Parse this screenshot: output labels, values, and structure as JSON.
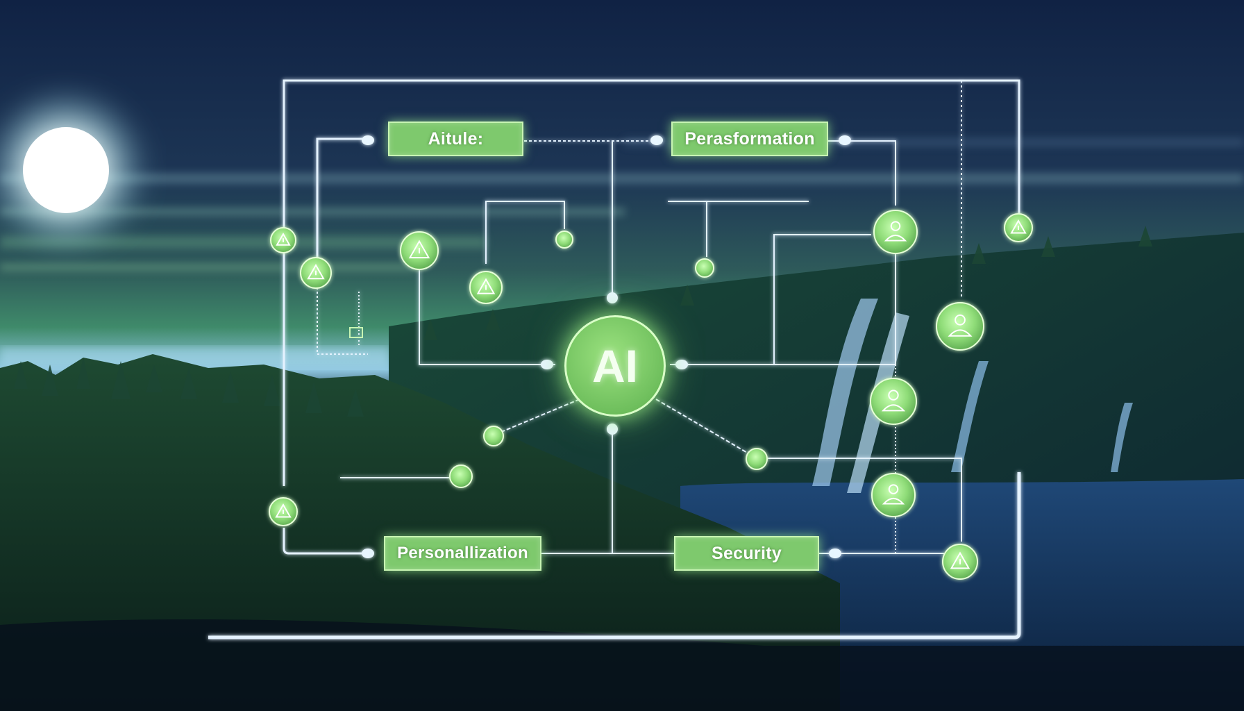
{
  "diagram": {
    "hub_label": "AI",
    "boxes": [
      {
        "id": "aitule",
        "label": "Aitule:"
      },
      {
        "id": "perasformation",
        "label": "Perasformation"
      },
      {
        "id": "personalization",
        "label": "Personallization"
      },
      {
        "id": "security",
        "label": "Security"
      }
    ]
  },
  "colors": {
    "sky_top": "#14284a",
    "sky_horizon": "#2f7a5c",
    "forest": "#16382c",
    "water": "#1d3f6e",
    "node_green": "#8fdc78",
    "line_glow": "#dff0ff",
    "box_green": "#7ec96d"
  },
  "icons": [
    "sun",
    "forest",
    "waterfall",
    "warning-triangle-icon",
    "person-icon"
  ]
}
